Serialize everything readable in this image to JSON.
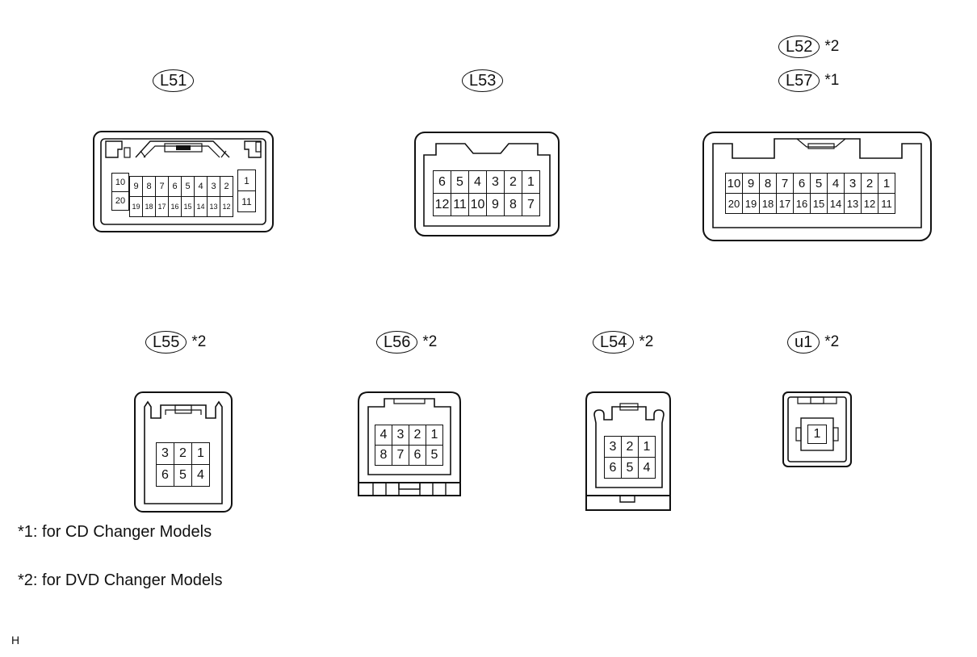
{
  "labels": {
    "l51": "L51",
    "l53": "L53",
    "l52": "L52",
    "l52_note": "*2",
    "l57": "L57",
    "l57_note": "*1",
    "l55": "L55",
    "l55_note": "*2",
    "l56": "L56",
    "l56_note": "*2",
    "l54": "L54",
    "l54_note": "*2",
    "u1": "u1",
    "u1_note": "*2"
  },
  "pins": {
    "l51": {
      "left_top": "10",
      "left_bottom": "20",
      "top": [
        "9",
        "8",
        "7",
        "6",
        "5",
        "4",
        "3",
        "2"
      ],
      "bottom": [
        "19",
        "18",
        "17",
        "16",
        "15",
        "14",
        "13",
        "12"
      ],
      "right_top": "1",
      "right_bottom": "11"
    },
    "l53": {
      "top": [
        "6",
        "5",
        "4",
        "3",
        "2",
        "1"
      ],
      "bottom": [
        "12",
        "11",
        "10",
        "9",
        "8",
        "7"
      ]
    },
    "l52": {
      "top": [
        "10",
        "9",
        "8",
        "7",
        "6",
        "5",
        "4",
        "3",
        "2",
        "1"
      ],
      "bottom": [
        "20",
        "19",
        "18",
        "17",
        "16",
        "15",
        "14",
        "13",
        "12",
        "11"
      ]
    },
    "l55": {
      "top": [
        "3",
        "2",
        "1"
      ],
      "bottom": [
        "6",
        "5",
        "4"
      ]
    },
    "l56": {
      "top": [
        "4",
        "3",
        "2",
        "1"
      ],
      "bottom": [
        "8",
        "7",
        "6",
        "5"
      ]
    },
    "l54": {
      "top": [
        "3",
        "2",
        "1"
      ],
      "bottom": [
        "6",
        "5",
        "4"
      ]
    },
    "u1": {
      "pin": "1"
    }
  },
  "footnotes": {
    "n1": "*1: for CD Changer Models",
    "n2": "*2: for DVD Changer Models"
  },
  "corner": "H"
}
